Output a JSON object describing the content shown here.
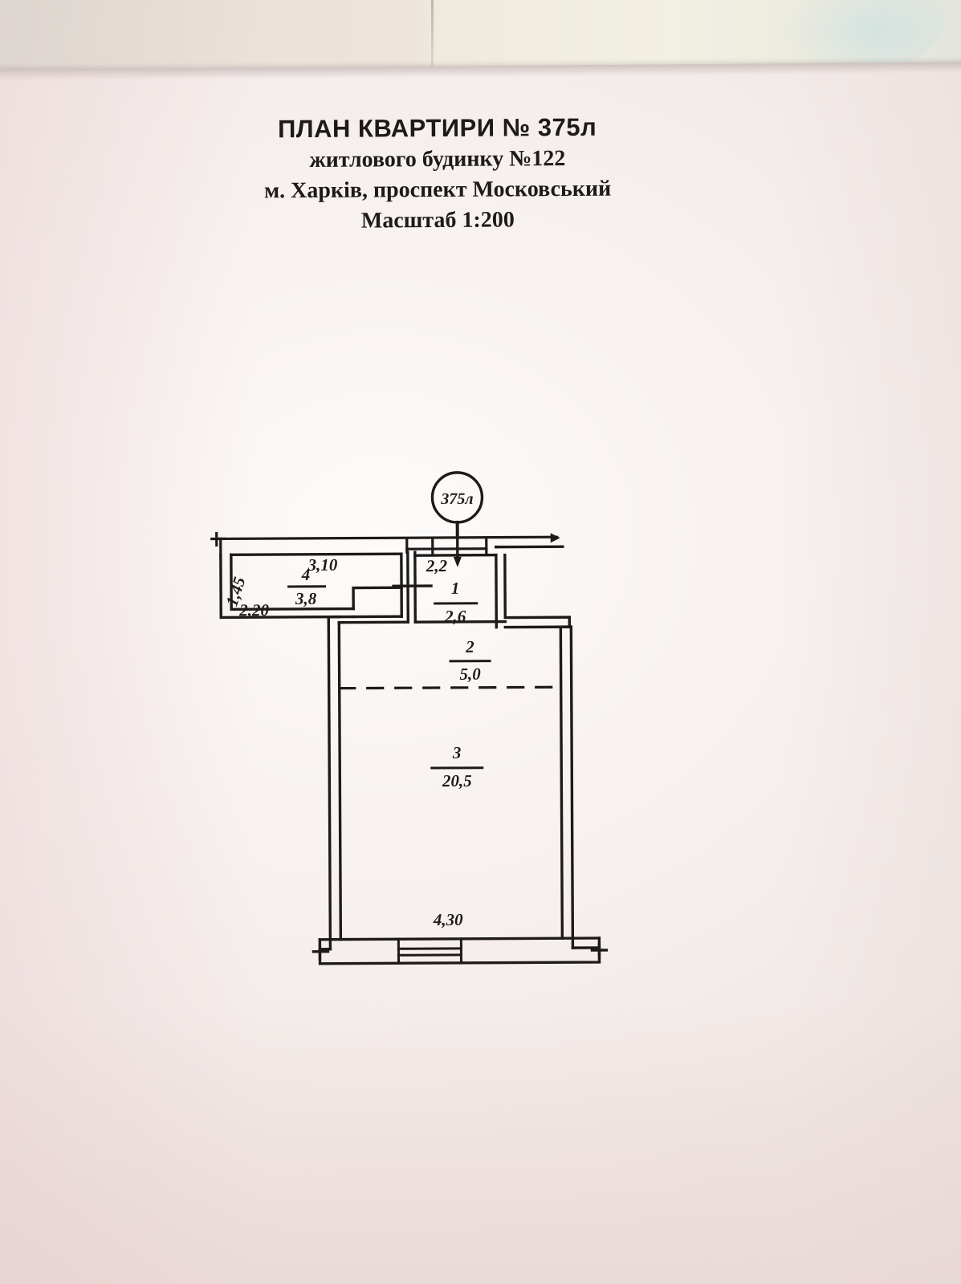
{
  "document": {
    "title_line_1": "ПЛАН КВАРТИРИ № 375л",
    "title_line_2": "житлового  будинку №122",
    "title_line_3": "м. Харків, проспект Московський",
    "title_line_4": "Масштаб 1:200"
  },
  "plan": {
    "apartment_tag": "375л",
    "rooms": [
      {
        "number": "1",
        "area": "2,6"
      },
      {
        "number": "2",
        "area": "5,0"
      },
      {
        "number": "3",
        "area": "20,5"
      },
      {
        "number": "4",
        "area": "3,8"
      }
    ],
    "dimensions": {
      "top_left_span": "3,10",
      "top_mid_span": "2,2",
      "left_upper": "1,45",
      "left_lower": "2,20",
      "bottom_span": "4,30"
    }
  },
  "colors": {
    "ink": "#1d1b1a",
    "paper": "#f6efed",
    "wall_background": "#ece3db"
  }
}
